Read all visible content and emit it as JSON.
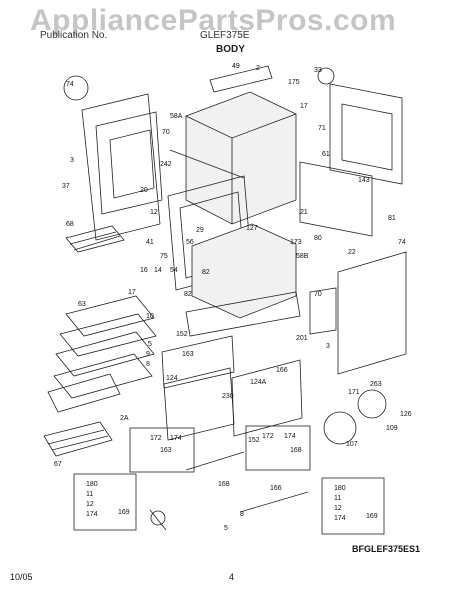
{
  "header": {
    "watermark": "AppliancePartsPros.com",
    "publication_prefix": "Publication No.",
    "model": "GLEF375E",
    "section": "BODY"
  },
  "diagram_code": "BFGLEF375ES1",
  "footer": {
    "date": "10/05",
    "page": "4"
  },
  "part_labels": [
    "74",
    "2",
    "49",
    "175",
    "33",
    "58A",
    "70",
    "71",
    "3",
    "242",
    "17",
    "61",
    "143",
    "37",
    "20",
    "12",
    "21",
    "81",
    "68",
    "29",
    "127",
    "41",
    "56",
    "173",
    "80",
    "74",
    "75",
    "22",
    "58B",
    "16",
    "14",
    "54",
    "82",
    "17",
    "63",
    "82",
    "70",
    "10",
    "152",
    "201",
    "5",
    "9",
    "163",
    "8",
    "124",
    "166",
    "124A",
    "3",
    "263",
    "171",
    "230",
    "126",
    "107",
    "109",
    "152",
    "2A",
    "67",
    "172",
    "174",
    "163",
    "172",
    "174",
    "168",
    "166",
    "168",
    "180",
    "11",
    "12",
    "174",
    "169",
    "180",
    "11",
    "12",
    "174",
    "169",
    "5",
    "8"
  ]
}
